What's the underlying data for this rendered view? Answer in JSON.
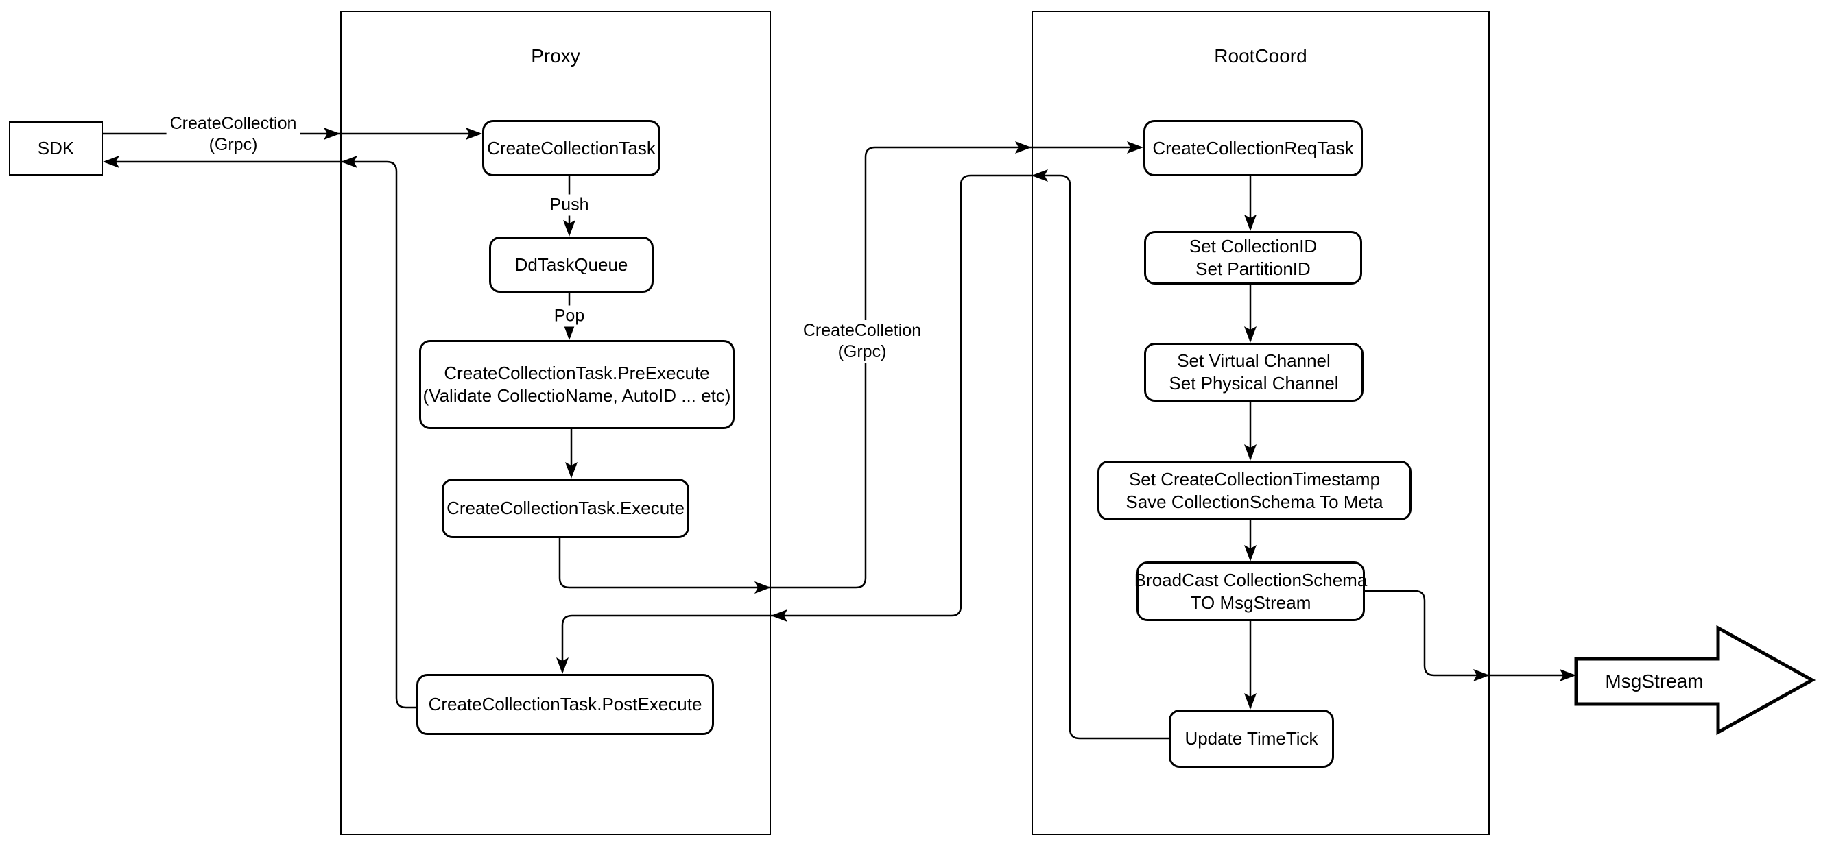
{
  "diagram": {
    "sdk": {
      "label": "SDK"
    },
    "proxy": {
      "title": "Proxy",
      "nodes": {
        "create_collection_task": {
          "label": "CreateCollectionTask"
        },
        "dd_task_queue": {
          "label": "DdTaskQueue"
        },
        "pre_execute": {
          "line1": "CreateCollectionTask.PreExecute",
          "line2": "(Validate CollectioName, AutoID ... etc)"
        },
        "execute": {
          "label": "CreateCollectionTask.Execute"
        },
        "post_execute": {
          "label": "CreateCollectionTask.PostExecute"
        }
      },
      "edge_labels": {
        "push": "Push",
        "pop": "Pop"
      }
    },
    "rootcoord": {
      "title": "RootCoord",
      "nodes": {
        "req_task": {
          "label": "CreateCollectionReqTask"
        },
        "set_ids": {
          "line1": "Set CollectionID",
          "line2": "Set PartitionID"
        },
        "set_channels": {
          "line1": "Set Virtual Channel",
          "line2": "Set Physical Channel"
        },
        "set_timestamp": {
          "line1": "Set CreateCollectionTimestamp",
          "line2": "Save CollectionSchema To Meta"
        },
        "broadcast": {
          "line1": "BroadCast CollectionSchema",
          "line2": "TO MsgStream"
        },
        "update_timetick": {
          "label": "Update TimeTick"
        }
      }
    },
    "msgstream": {
      "label": "MsgStream"
    },
    "edge_labels": {
      "sdk_request": {
        "line1": "CreateCollection",
        "line2": "(Grpc)"
      },
      "proxy_to_rootcoord": {
        "line1": "CreateColletion",
        "line2": "(Grpc)"
      }
    },
    "colors": {
      "stroke": "#000000",
      "background": "#ffffff"
    }
  }
}
